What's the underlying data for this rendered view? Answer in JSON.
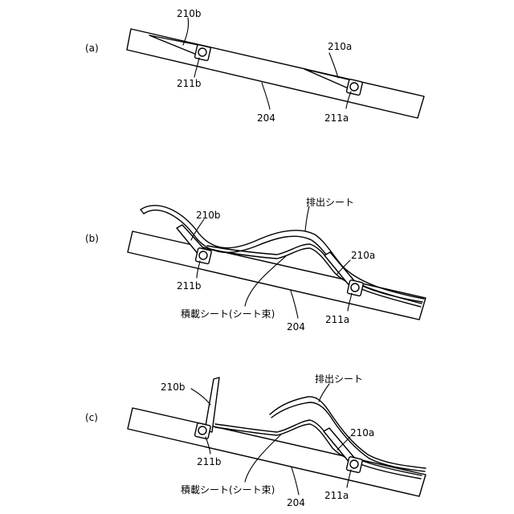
{
  "panels": [
    {
      "label": "(a)",
      "labels": {
        "lever_b": "210b",
        "roller_b": "211b",
        "lever_a": "210a",
        "roller_a": "211a",
        "tray": "204"
      }
    },
    {
      "label": "(b)",
      "labels": {
        "lever_b": "210b",
        "roller_b": "211b",
        "lever_a": "210a",
        "roller_a": "211a",
        "tray": "204",
        "discharged_sheet": "排出シート",
        "stacked_sheet": "積載シート(シート束)"
      }
    },
    {
      "label": "(c)",
      "labels": {
        "lever_b": "210b",
        "roller_b": "211b",
        "lever_a": "210a",
        "roller_a": "211a",
        "tray": "204",
        "discharged_sheet": "排出シート",
        "stacked_sheet": "積載シート(シート束)"
      }
    }
  ]
}
